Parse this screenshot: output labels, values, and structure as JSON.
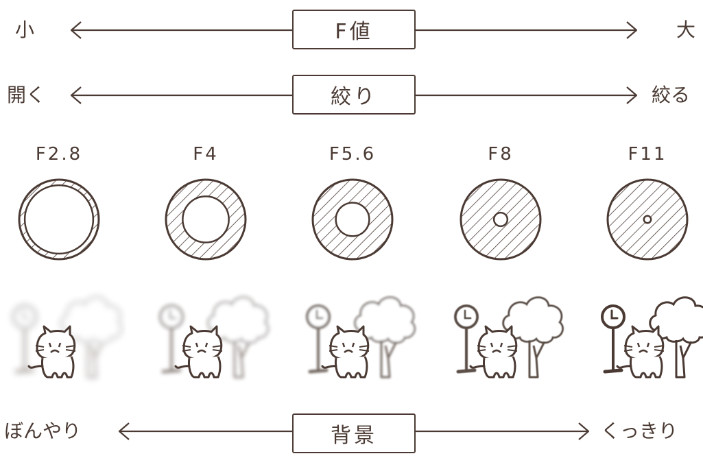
{
  "fvalue_row": {
    "left": "小",
    "center": "F値",
    "right": "大"
  },
  "aperture_row": {
    "left": "開く",
    "center": "絞り",
    "right": "絞る"
  },
  "background_row": {
    "left": "ぼんやり",
    "center": "背景",
    "right": "くっきり"
  },
  "stops": [
    {
      "label": "F2.8",
      "opening": 0.86,
      "blur": 4.5,
      "opacity": 0.45
    },
    {
      "label": "F4",
      "opening": 0.58,
      "blur": 2.8,
      "opacity": 0.6
    },
    {
      "label": "F5.6",
      "opening": 0.42,
      "blur": 1.6,
      "opacity": 0.75
    },
    {
      "label": "F8",
      "opening": 0.17,
      "blur": 0.6,
      "opacity": 0.9
    },
    {
      "label": "F11",
      "opening": 0.09,
      "blur": 0,
      "opacity": 1
    }
  ],
  "colors": {
    "ink": "#4a3a33"
  }
}
